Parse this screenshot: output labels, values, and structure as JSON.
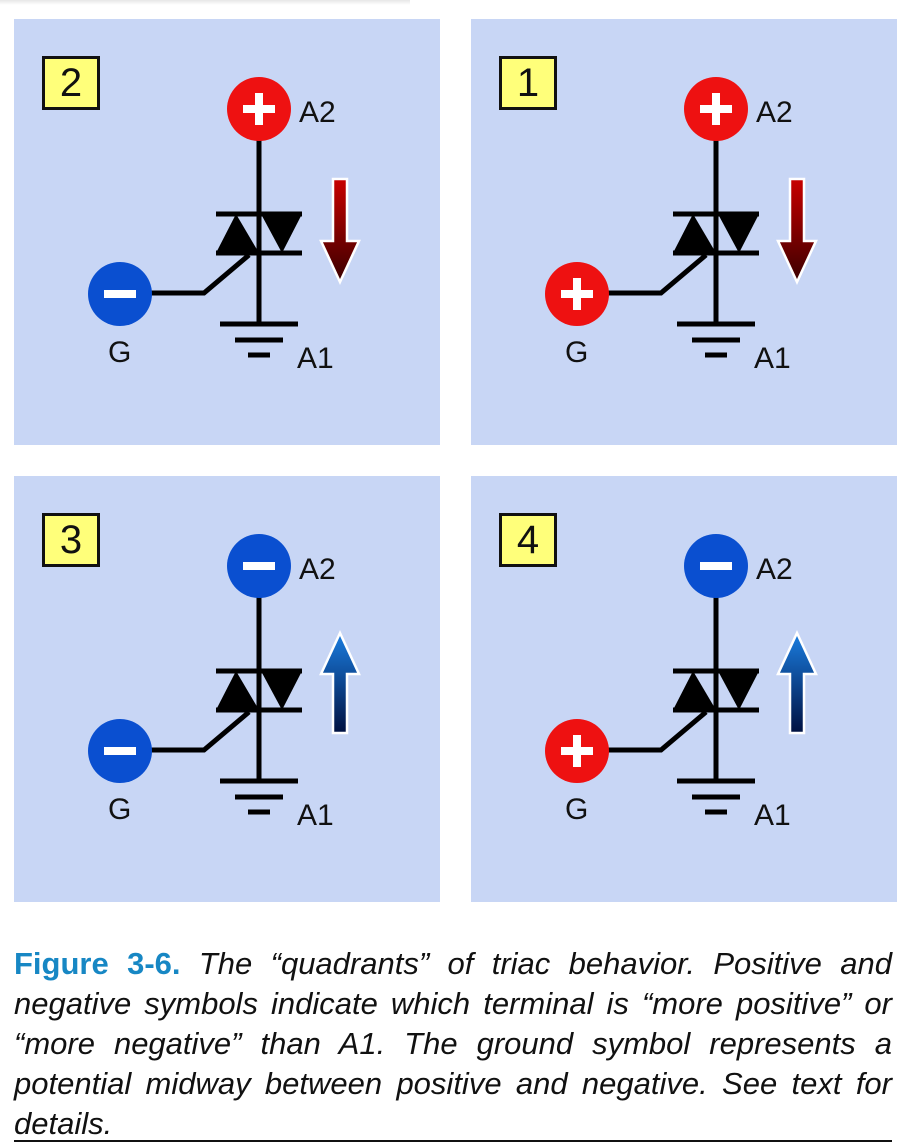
{
  "panels": [
    {
      "quadrant": "2",
      "a2_label": "A2",
      "a1_label": "A1",
      "g_label": "G",
      "a2_polarity": "positive",
      "g_polarity": "negative",
      "current_direction": "down"
    },
    {
      "quadrant": "1",
      "a2_label": "A2",
      "a1_label": "A1",
      "g_label": "G",
      "a2_polarity": "positive",
      "g_polarity": "positive",
      "current_direction": "down"
    },
    {
      "quadrant": "3",
      "a2_label": "A2",
      "a1_label": "A1",
      "g_label": "G",
      "a2_polarity": "negative",
      "g_polarity": "negative",
      "current_direction": "up"
    },
    {
      "quadrant": "4",
      "a2_label": "A2",
      "a1_label": "A1",
      "g_label": "G",
      "a2_polarity": "negative",
      "g_polarity": "positive",
      "current_direction": "up"
    }
  ],
  "caption": {
    "figure_label": "Figure 3-6.",
    "text": "The “quadrants” of triac behavior. Positive and negative symbols indicate which terminal is “more positive” or “more negative” than A1. The ground symbol represents a potential midway between positive and negative. See text for details."
  },
  "colors": {
    "panel_bg": "#c8d6f5",
    "label_box": "#ffff7a",
    "positive": "#ee1111",
    "negative": "#0a4fd0",
    "arrow_down": "#c80000",
    "arrow_up": "#1a7de0",
    "figure_label": "#1787c4"
  }
}
